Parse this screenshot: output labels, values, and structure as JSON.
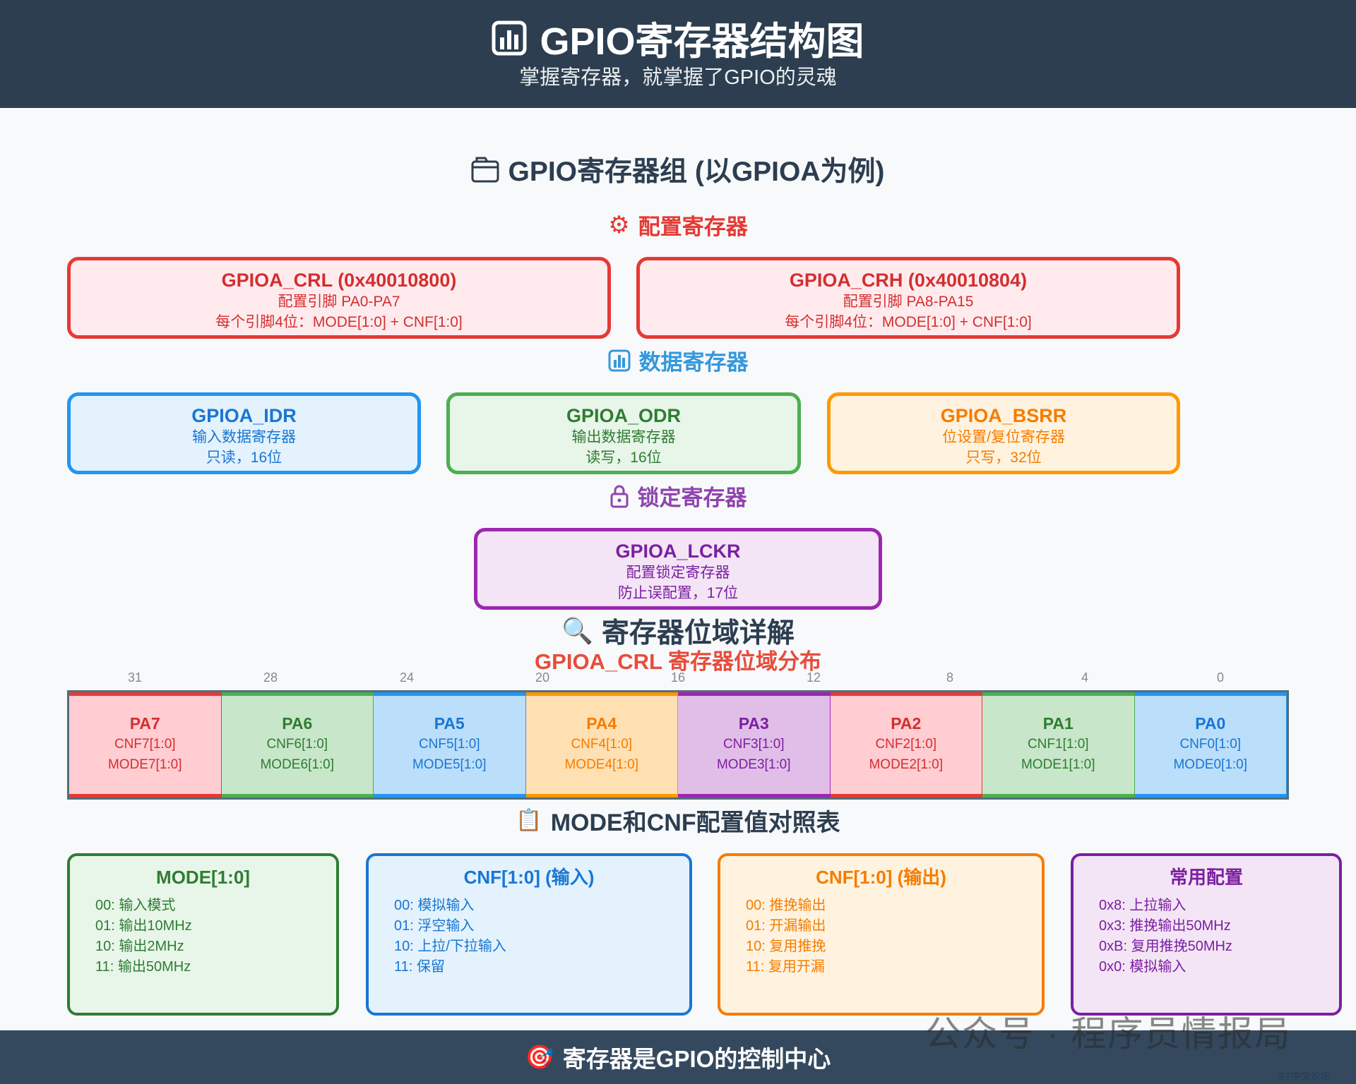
{
  "header": {
    "title": "GPIO寄存器结构图",
    "subtitle": "掌握寄存器，就掌握了GPIO的灵魂"
  },
  "group_title": "GPIO寄存器组 (以GPIOA为例)",
  "config": {
    "heading": "配置寄存器",
    "crl": {
      "title": "GPIOA_CRL (0x40010800)",
      "line1": "配置引脚 PA0-PA7",
      "line2": "每个引脚4位：MODE[1:0] + CNF[1:0]"
    },
    "crh": {
      "title": "GPIOA_CRH (0x40010804)",
      "line1": "配置引脚 PA8-PA15",
      "line2": "每个引脚4位：MODE[1:0] + CNF[1:0]"
    }
  },
  "data_regs": {
    "heading": "数据寄存器",
    "idr": {
      "title": "GPIOA_IDR",
      "line1": "输入数据寄存器",
      "line2": "只读，16位"
    },
    "odr": {
      "title": "GPIOA_ODR",
      "line1": "输出数据寄存器",
      "line2": "读写，16位"
    },
    "bsrr": {
      "title": "GPIOA_BSRR",
      "line1": "位设置/复位寄存器",
      "line2": "只写，32位"
    }
  },
  "lock": {
    "heading": "锁定寄存器",
    "lckr": {
      "title": "GPIOA_LCKR",
      "line1": "配置锁定寄存器",
      "line2": "防止误配置，17位"
    }
  },
  "bitfield": {
    "heading": "寄存器位域详解",
    "subtitle": "GPIOA_CRL 寄存器位域分布",
    "bit_numbers": [
      "31",
      "28",
      "24",
      "20",
      "16",
      "12",
      "8",
      "4",
      "0"
    ],
    "cells": [
      {
        "pin": "PA7",
        "cnf": "CNF7[1:0]",
        "mode": "MODE7[1:0]"
      },
      {
        "pin": "PA6",
        "cnf": "CNF6[1:0]",
        "mode": "MODE6[1:0]"
      },
      {
        "pin": "PA5",
        "cnf": "CNF5[1:0]",
        "mode": "MODE5[1:0]"
      },
      {
        "pin": "PA4",
        "cnf": "CNF4[1:0]",
        "mode": "MODE4[1:0]"
      },
      {
        "pin": "PA3",
        "cnf": "CNF3[1:0]",
        "mode": "MODE3[1:0]"
      },
      {
        "pin": "PA2",
        "cnf": "CNF2[1:0]",
        "mode": "MODE2[1:0]"
      },
      {
        "pin": "PA1",
        "cnf": "CNF1[1:0]",
        "mode": "MODE1[1:0]"
      },
      {
        "pin": "PA0",
        "cnf": "CNF0[1:0]",
        "mode": "MODE0[1:0]"
      }
    ]
  },
  "tables": {
    "heading": "MODE和CNF配置值对照表",
    "mode": {
      "title": "MODE[1:0]",
      "rows": [
        "00: 输入模式",
        "01: 输出10MHz",
        "10: 输出2MHz",
        "11: 输出50MHz"
      ]
    },
    "cnf_in": {
      "title": "CNF[1:0] (输入)",
      "rows": [
        "00: 模拟输入",
        "01: 浮空输入",
        "10: 上拉/下拉输入",
        "11: 保留"
      ]
    },
    "cnf_out": {
      "title": "CNF[1:0] (输出)",
      "rows": [
        "00: 推挽输出",
        "01: 开漏输出",
        "10: 复用推挽",
        "11: 复用开漏"
      ]
    },
    "common": {
      "title": "常用配置",
      "rows": [
        "0x8: 上拉输入",
        "0x3: 推挽输出50MHz",
        "0xB: 复用推挽50MHz",
        "0x0: 模拟输入"
      ]
    }
  },
  "footer": {
    "text": "寄存器是GPIO的控制中心"
  },
  "watermark": {
    "text": "公众号 · 程序员情报局",
    "forum": "ST中文论坛"
  }
}
